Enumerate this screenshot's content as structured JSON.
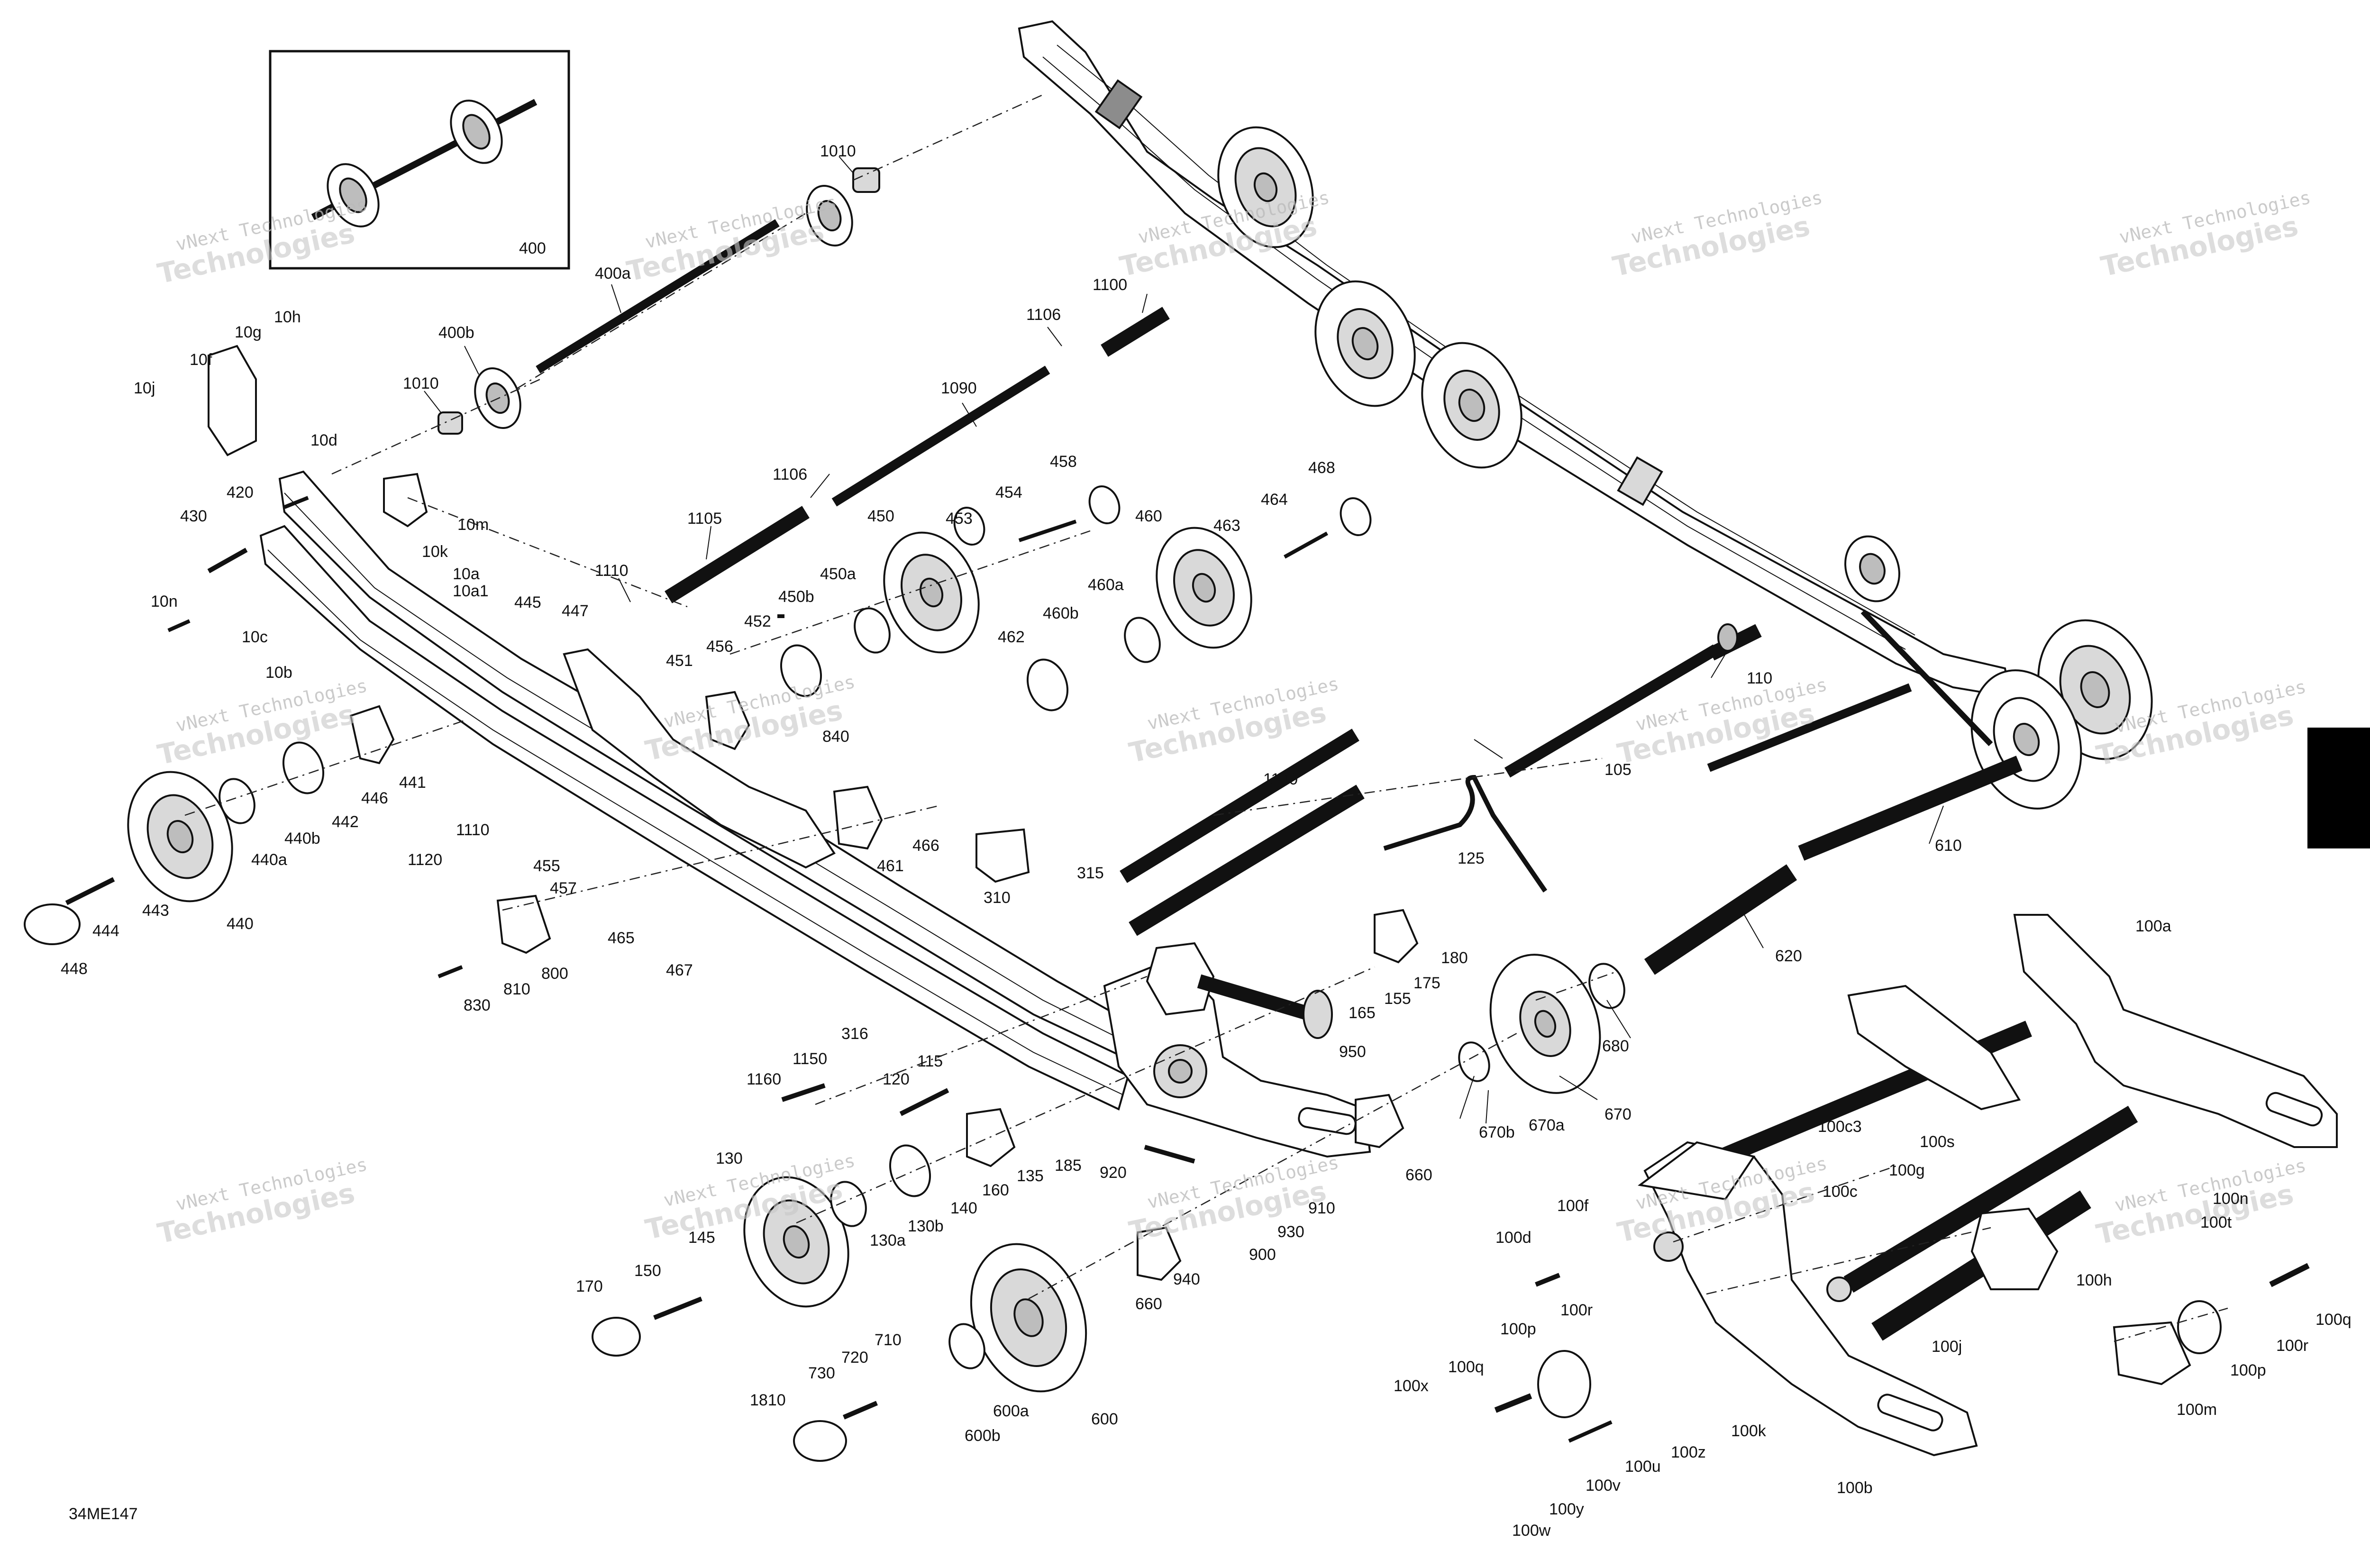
{
  "diagram": {
    "figure_code": "34ME147",
    "watermark": {
      "line1": "vNext Technologies",
      "line2": "Technologies"
    },
    "tab_color": "#000000",
    "labels": {
      "p1010a": "1010",
      "p400a": "400a",
      "p400b": "400b",
      "p1010b": "1010",
      "p400": "400",
      "p1100": "1100",
      "p1106a": "1106",
      "p1090": "1090",
      "p1106b": "1106",
      "p1105": "1105",
      "p1110a": "1110",
      "p10h": "10h",
      "p10g": "10g",
      "p10f": "10f",
      "p10j": "10j",
      "p10d": "10d",
      "p10m": "10m",
      "p10k": "10k",
      "p430": "430",
      "p420": "420",
      "p10n": "10n",
      "p10c": "10c",
      "p10a": "10a",
      "p10a1": "10a1",
      "p10b": "10b",
      "p445": "445",
      "p447": "447",
      "p451": "451",
      "p456": "456",
      "p452": "452",
      "p450b": "450b",
      "p450a": "450a",
      "p450": "450",
      "p453": "453",
      "p454": "454",
      "p458": "458",
      "p460": "460",
      "p463": "463",
      "p464": "464",
      "p468": "468",
      "p460a": "460a",
      "p460b": "460b",
      "p462": "462",
      "p840": "840",
      "p466": "466",
      "p461": "461",
      "p310": "310",
      "p315": "315",
      "p441": "441",
      "p446": "446",
      "p442": "442",
      "p440b": "440b",
      "p440a": "440a",
      "p440": "440",
      "p443": "443",
      "p444": "444",
      "p448": "448",
      "p1110b": "1110",
      "p1120": "1120",
      "p455": "455",
      "p457": "457",
      "p465": "465",
      "p467": "467",
      "p800": "800",
      "p810": "810",
      "p830": "830",
      "p1140": "1140",
      "p125": "125",
      "p105": "105",
      "p110": "110",
      "p610": "610",
      "p620": "620",
      "p316": "316",
      "p165": "165",
      "p155": "155",
      "p175": "175",
      "p180": "180",
      "p680": "680",
      "p670": "670",
      "p670a": "670a",
      "p670b": "670b",
      "p950": "950",
      "p660a": "660",
      "p1160": "1160",
      "p1150": "1150",
      "p115": "115",
      "p120": "120",
      "p185": "185",
      "p135": "135",
      "p160": "160",
      "p130": "130",
      "p140": "140",
      "p130a": "130a",
      "p130b": "130b",
      "p145": "145",
      "p150": "150",
      "p170": "170",
      "p920": "920",
      "p910": "910",
      "p930": "930",
      "p900": "900",
      "p940": "940",
      "p660b": "660",
      "p600": "600",
      "p600a": "600a",
      "p600b": "600b",
      "p710": "710",
      "p720": "720",
      "p730": "730",
      "p1810": "1810",
      "p100a": "100a",
      "p100c3": "100c3",
      "p100s": "100s",
      "p100c": "100c",
      "p100g": "100g",
      "p100f": "100f",
      "p100d": "100d",
      "p100h": "100h",
      "p100n": "100n",
      "p100t": "100t",
      "p100q": "100q",
      "p100r": "100r",
      "p100p": "100p",
      "p100m": "100m",
      "p100j": "100j",
      "p100k": "100k",
      "p100r2": "100r",
      "p100p2": "100p",
      "p100q2": "100q",
      "p100x": "100x",
      "p100z": "100z",
      "p100u": "100u",
      "p100v": "100v",
      "p100y": "100y",
      "p100w": "100w",
      "p100b": "100b"
    }
  }
}
